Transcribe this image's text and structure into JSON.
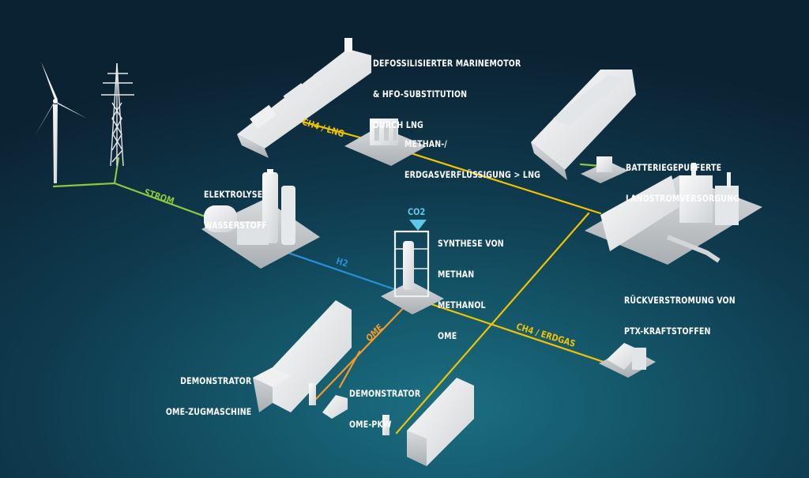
{
  "colors": {
    "strom": "#8dc63f",
    "h2": "#2a8fd9",
    "ch4": "#f2c200",
    "ome": "#f39a2a",
    "co2": "#5ec8ea",
    "text": "#ffffff"
  },
  "flows": {
    "strom": "STROM",
    "h2": "H2",
    "ch4_lng": "CH4 / LNG",
    "ch4_erdgas": "CH4 / ERDGAS",
    "ome": "OME",
    "co2": "CO2"
  },
  "labels": {
    "marine": [
      "DEFOSSILISIERTER MARINEMOTOR",
      "& HFO-SUBSTITUTION",
      "DURCH LNG"
    ],
    "lng": [
      "METHAN-/",
      "ERDGASVERFLÜSSIGUNG > LNG"
    ],
    "batterie": [
      "BATTERIEGEPUFFERTE",
      "LANDSTROMVERSORGUNG"
    ],
    "elektrolyse": [
      "ELEKTROLYSE",
      "WASSERSTOFF"
    ],
    "synthese": [
      "SYNTHESE VON",
      "METHAN",
      "METHANOL",
      "OME"
    ],
    "rueckverstromung": [
      "RÜCKVERSTROMUNG VON",
      "PTX-KRAFTSTOFFEN"
    ],
    "zugmaschine": [
      "DEMONSTRATOR",
      "OME-ZUGMASCHINE"
    ],
    "pkw": [
      "DEMONSTRATOR",
      "OME-PKW"
    ]
  }
}
